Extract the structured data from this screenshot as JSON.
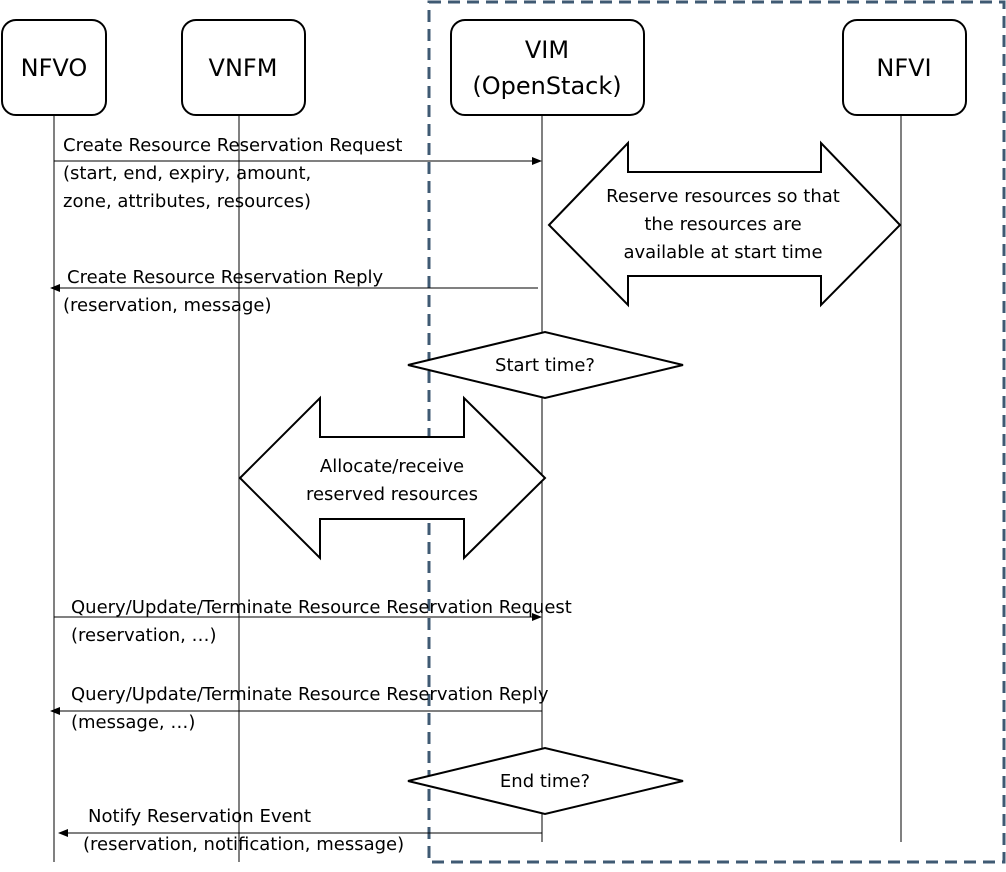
{
  "colors": {
    "line": "#000000",
    "boundary": "#3f5a73",
    "fill": "#ffffff"
  },
  "actors": [
    {
      "id": "nfvo",
      "lines": [
        "NFVO"
      ]
    },
    {
      "id": "vnfm",
      "lines": [
        "VNFM"
      ]
    },
    {
      "id": "vim",
      "lines": [
        "VIM",
        "(OpenStack)"
      ]
    },
    {
      "id": "nfvi",
      "lines": [
        "NFVI"
      ]
    }
  ],
  "messages": [
    {
      "id": "create-request",
      "from": "nfvo",
      "to": "vim",
      "lines": [
        "Create Resource Reservation Request",
        "(start, end, expiry, amount,",
        "zone, attributes, resources)"
      ]
    },
    {
      "id": "create-reply",
      "from": "vim",
      "to": "nfvo",
      "lines": [
        "Create Resource Reservation Reply",
        "(reservation, message)"
      ]
    },
    {
      "id": "query-request",
      "from": "nfvo",
      "to": "vim",
      "lines": [
        "Query/Update/Terminate Resource Reservation Request",
        "(reservation, …)"
      ]
    },
    {
      "id": "query-reply",
      "from": "vim",
      "to": "nfvo",
      "lines": [
        "Query/Update/Terminate Resource Reservation Reply",
        "(message, …)"
      ]
    },
    {
      "id": "notify-event",
      "from": "vim",
      "to": "nfvo",
      "lines": [
        "Notify Reservation Event",
        "(reservation, notification, message)"
      ]
    }
  ],
  "double_arrows": [
    {
      "id": "reserve-resources",
      "between": [
        "vim",
        "nfvi"
      ],
      "lines": [
        "Reserve resources so that",
        "the resources are",
        "available at start time"
      ]
    },
    {
      "id": "allocate-resources",
      "between": [
        "vnfm",
        "vim"
      ],
      "lines": [
        "Allocate/receive",
        "reserved resources"
      ]
    }
  ],
  "decisions": [
    {
      "id": "start-time",
      "label": "Start time?"
    },
    {
      "id": "end-time",
      "label": "End time?"
    }
  ]
}
